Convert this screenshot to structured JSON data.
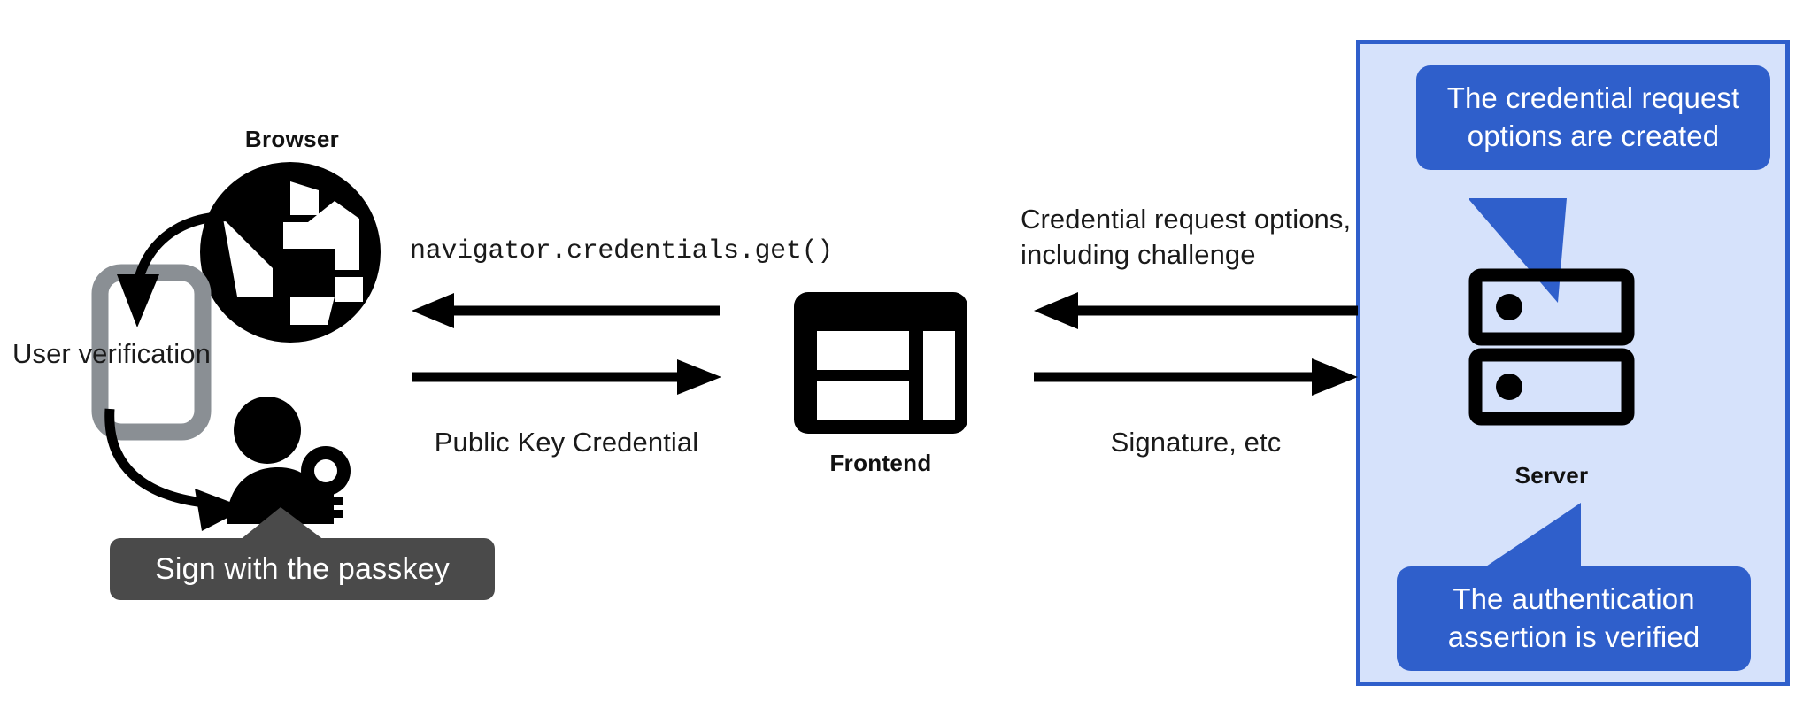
{
  "diagram": {
    "title": "WebAuthn passkey authentication flow",
    "colors": {
      "panel_background": "#d6e2fb",
      "panel_border": "#2f5fcb",
      "callout_background": "#2f5fcb",
      "callout_text": "#ffffff",
      "tooltip_background": "#4a4a4a",
      "tooltip_text": "#ffffff",
      "icon_black": "#000000",
      "phone_gray": "#8a8f94",
      "text": "#1a1a1a"
    }
  },
  "nodes": {
    "browser": {
      "label": "Browser",
      "icon": "globe-icon"
    },
    "phone": {
      "icon": "smartphone-icon"
    },
    "user": {
      "icon": "person-with-key-icon"
    },
    "frontend": {
      "label": "Frontend",
      "icon": "dashboard-layout-icon"
    },
    "server": {
      "label": "Server",
      "icon": "server-racks-icon"
    }
  },
  "annotations": {
    "user_verification": "User verification",
    "passkey_tooltip": "Sign with the passkey"
  },
  "edges": {
    "browser_to_frontend_request": "navigator.credentials.get()",
    "frontend_to_browser_response": "Public Key Credential",
    "server_to_frontend": "Credential request options, including challenge",
    "server_to_frontend_line1": "Credential request options,",
    "server_to_frontend_line2": "including challenge",
    "frontend_to_server": "Signature, etc"
  },
  "callouts": {
    "top": {
      "line1": "The credential request",
      "line2": "options are created",
      "full": "The credential request options are created"
    },
    "bottom": {
      "line1": "The authentication",
      "line2": "assertion is verified",
      "full": "The authentication assertion is verified"
    }
  }
}
